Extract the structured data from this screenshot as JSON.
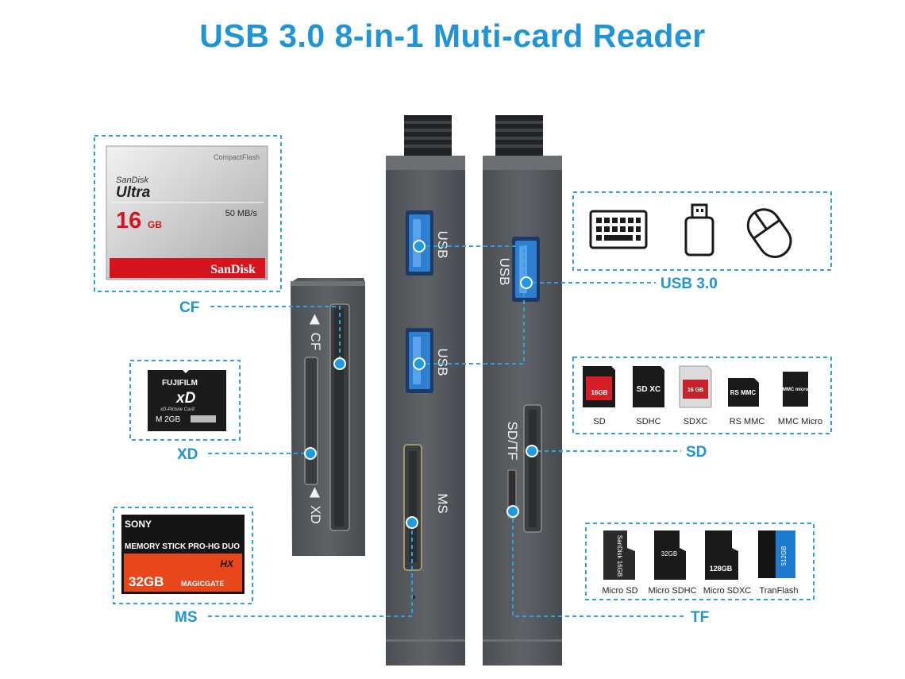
{
  "title": "USB 3.0 8-in-1 Muti-card Reader",
  "labels": {
    "cf": "CF",
    "xd": "XD",
    "ms": "MS",
    "usb30": "USB 3.0",
    "sd": "SD",
    "tf": "TF"
  },
  "ports": {
    "usb1": "USB",
    "usb2": "USB",
    "usb3": "USB",
    "sdtf": "SD/TF",
    "ms": "MS",
    "cf": "CF",
    "xd": "XD"
  },
  "cf_card": {
    "type": "CompactFlash",
    "brand": "SanDisk",
    "line": "Ultra",
    "capacity": "16",
    "unit": "GB",
    "speed": "50 MB/s",
    "footer": "SanDisk"
  },
  "xd_card": {
    "brand": "FUJIFILM",
    "logo": "xD",
    "subtitle": "xD-Picture Card",
    "size": "M 2GB"
  },
  "ms_card": {
    "brand": "SONY",
    "product": "MEMORY STICK PRO-HG DUO",
    "hx": "HX",
    "capacity": "32GB",
    "gate": "MAGICGATE"
  },
  "usb_devices": [
    "keyboard-icon",
    "usb-drive-icon",
    "mouse-icon"
  ],
  "sd_cards": [
    {
      "caption": "SD",
      "card_text": "16GB"
    },
    {
      "caption": "SDHC",
      "card_text": "SD XC"
    },
    {
      "caption": "SDXC",
      "card_text": "16 GB"
    },
    {
      "caption": "RS MMC",
      "card_text": "RS MMC"
    },
    {
      "caption": "MMC Micro",
      "card_text": "MMC micro"
    }
  ],
  "tf_cards": [
    {
      "caption": "Micro SD",
      "card_text": "SanDisk 16GB"
    },
    {
      "caption": "Micro SDHC",
      "card_text": "32GB"
    },
    {
      "caption": "Micro SDXC",
      "card_text": "128GB"
    },
    {
      "caption": "TranFlash",
      "card_text": "512GB"
    }
  ],
  "colors": {
    "accent": "#1f95d6",
    "device_body": "#55595e",
    "usb_port": "#2f7fd1",
    "cf_red": "#d6141e",
    "ms_orange": "#e8471c"
  }
}
